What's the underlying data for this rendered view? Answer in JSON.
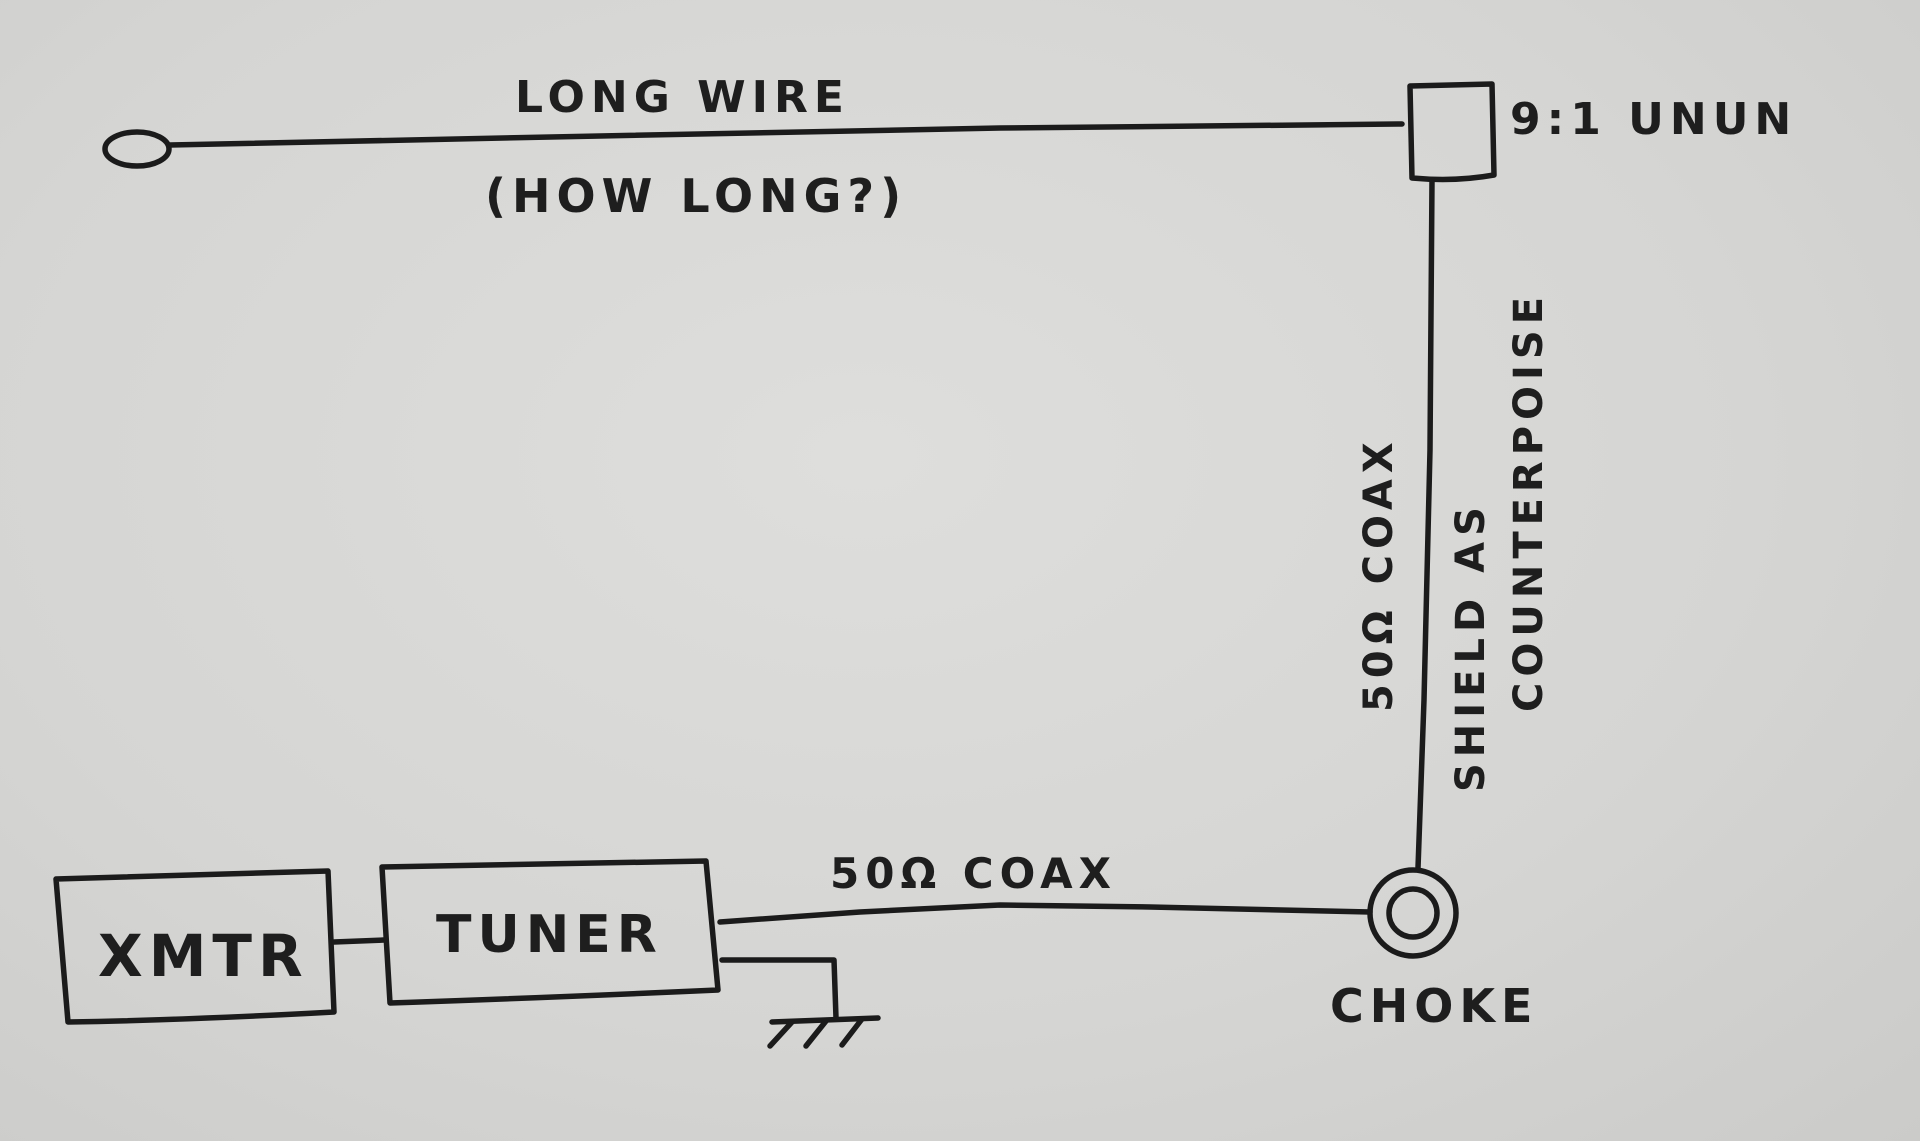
{
  "diagram": {
    "labels": {
      "long_wire": "LONG WIRE",
      "how_long": "(HOW LONG?)",
      "unun": "9:1 UNUN",
      "coax_vertical": "50Ω COAX",
      "shield_line1": "SHIELD AS",
      "shield_line2": "COUNTERPOISE",
      "coax_horizontal": "50Ω COAX",
      "choke": "CHOKE",
      "xmtr": "XMTR",
      "tuner": "TUNER"
    },
    "colors": {
      "ink": "#1b1b1b",
      "paper": "#d6d6d4"
    }
  }
}
